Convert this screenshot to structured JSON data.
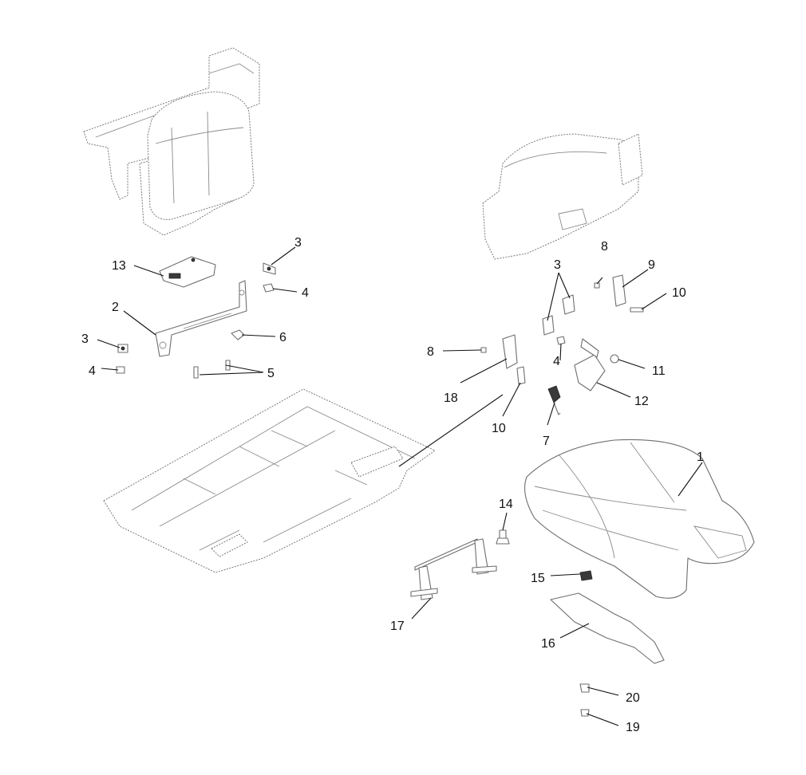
{
  "diagram": {
    "callouts": [
      {
        "id": "c1",
        "label": "1"
      },
      {
        "id": "c2",
        "label": "2"
      },
      {
        "id": "c3a",
        "label": "3"
      },
      {
        "id": "c3b",
        "label": "3"
      },
      {
        "id": "c3c",
        "label": "3"
      },
      {
        "id": "c4a",
        "label": "4"
      },
      {
        "id": "c4b",
        "label": "4"
      },
      {
        "id": "c4c",
        "label": "4"
      },
      {
        "id": "c5",
        "label": "5"
      },
      {
        "id": "c6",
        "label": "6"
      },
      {
        "id": "c7",
        "label": "7"
      },
      {
        "id": "c8a",
        "label": "8"
      },
      {
        "id": "c8b",
        "label": "8"
      },
      {
        "id": "c9",
        "label": "9"
      },
      {
        "id": "c10a",
        "label": "10"
      },
      {
        "id": "c10b",
        "label": "10"
      },
      {
        "id": "c11",
        "label": "11"
      },
      {
        "id": "c12",
        "label": "12"
      },
      {
        "id": "c13",
        "label": "13"
      },
      {
        "id": "c14",
        "label": "14"
      },
      {
        "id": "c15",
        "label": "15"
      },
      {
        "id": "c16",
        "label": "16"
      },
      {
        "id": "c17",
        "label": "17"
      },
      {
        "id": "c18",
        "label": "18"
      },
      {
        "id": "c19",
        "label": "19"
      },
      {
        "id": "c20",
        "label": "20"
      }
    ]
  }
}
